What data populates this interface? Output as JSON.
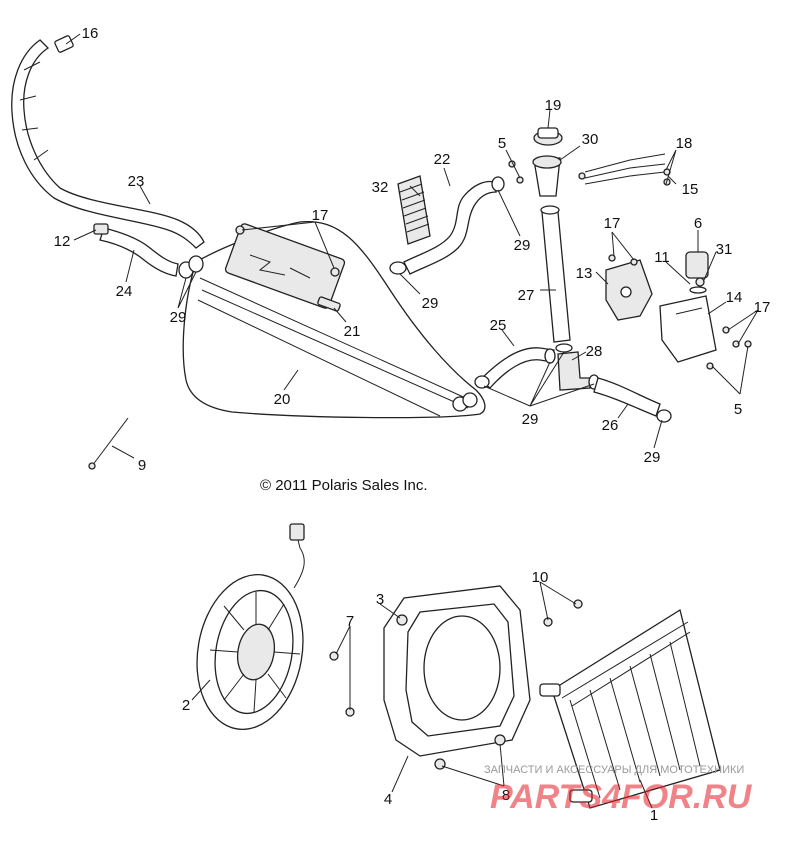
{
  "copyright": "© 2011 Polaris Sales Inc.",
  "watermark": {
    "tagline": "ЗАПЧАСТИ И АКСЕССУАРЫ ДЛЯ МОТОТЕХНИКИ",
    "brand": "PARTS4FOR.RU",
    "color": "#e41e26"
  },
  "callouts": {
    "c1": "1",
    "c2": "2",
    "c3": "3",
    "c4": "4",
    "c5a": "5",
    "c5b": "5",
    "c6": "6",
    "c7": "7",
    "c8": "8",
    "c9": "9",
    "c10": "10",
    "c11": "11",
    "c12": "12",
    "c13": "13",
    "c14": "14",
    "c15": "15",
    "c16": "16",
    "c17a": "17",
    "c17b": "17",
    "c17c": "17",
    "c18": "18",
    "c19": "19",
    "c20": "20",
    "c21": "21",
    "c22": "22",
    "c23": "23",
    "c24": "24",
    "c25": "25",
    "c26": "26",
    "c27": "27",
    "c28": "28",
    "c29a": "29",
    "c29b": "29",
    "c29c": "29",
    "c29d": "29",
    "c29e": "29",
    "c30": "30",
    "c31": "31",
    "c32": "32"
  }
}
